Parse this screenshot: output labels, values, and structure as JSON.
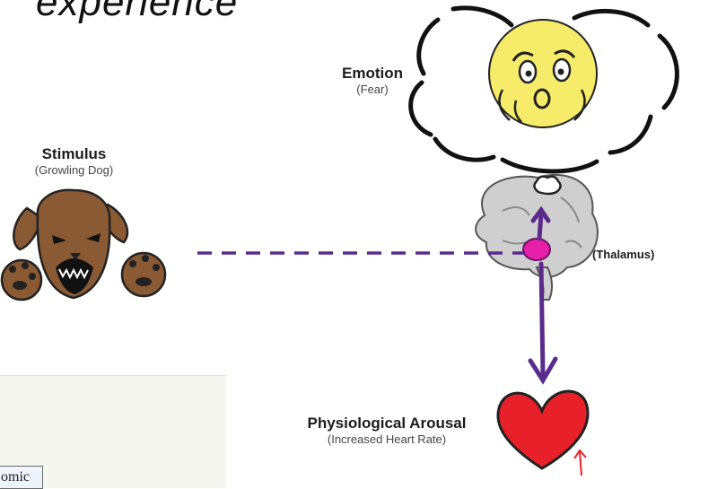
{
  "heading": "experience",
  "emotion": {
    "title": "Emotion",
    "subtitle": "(Fear)"
  },
  "stimulus": {
    "title": "Stimulus",
    "subtitle": "(Growling Dog)"
  },
  "thalamus": {
    "label": "(Thalamus)"
  },
  "arousal": {
    "title": "Physiological Arousal",
    "subtitle": "(Increased Heart Rate)"
  },
  "panel": {
    "box_text": "omic"
  },
  "colors": {
    "arrow": "#5b2b8c",
    "thalamus": "#e81fa8",
    "heart": "#e8202a",
    "dog": "#8a5a34",
    "face": "#f7ec6a",
    "brain": "#c8c8c8"
  },
  "icons": [
    "dog-face-icon",
    "paw-icon",
    "brain-icon",
    "scared-face-icon",
    "thought-cloud-icon",
    "heart-icon",
    "up-arrow-icon"
  ]
}
